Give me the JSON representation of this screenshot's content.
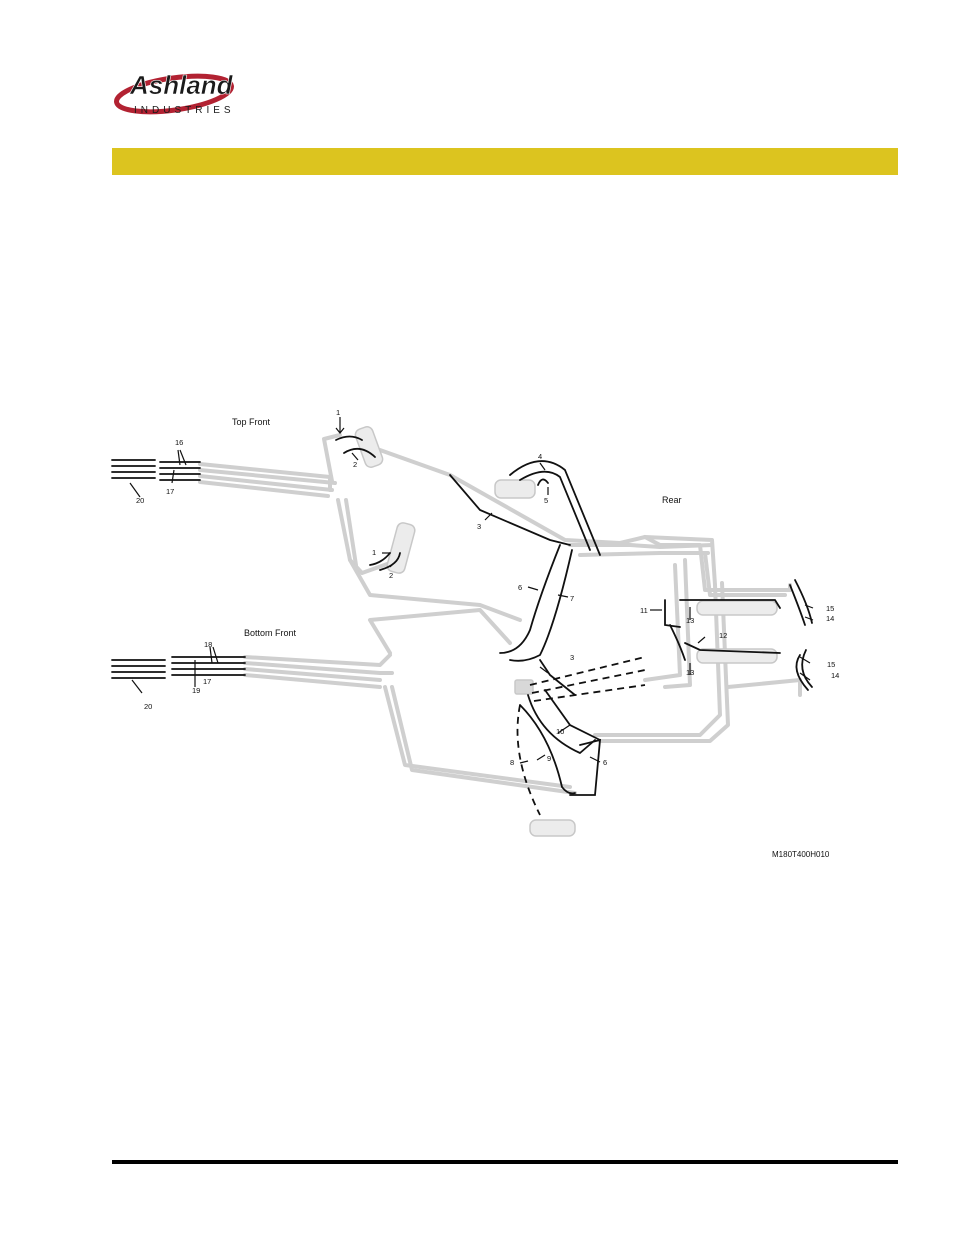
{
  "logo": {
    "brand": "Ashland",
    "sub": "INDUSTRIES",
    "colors": {
      "ellipse": "#b22232",
      "text": "#1a1a1a"
    }
  },
  "banner": {
    "color": "#dcc41f"
  },
  "diagram": {
    "section_labels": {
      "top_front": "Top Front",
      "bottom_front": "Bottom Front",
      "rear": "Rear"
    },
    "drawing_id": "M180T400H010",
    "callouts": {
      "c1a": "1",
      "c2a": "2",
      "c1b": "1",
      "c2b": "2",
      "c3a": "3",
      "c3b": "3",
      "c4": "4",
      "c5": "5",
      "c6a": "6",
      "c6b": "6",
      "c7": "7",
      "c8": "8",
      "c9": "9",
      "c10": "10",
      "c11": "11",
      "c12": "12",
      "c13a": "13",
      "c13b": "13",
      "c14a": "14",
      "c14b": "14",
      "c15a": "15",
      "c15b": "15",
      "c16": "16",
      "c17a": "17",
      "c17b": "17",
      "c18": "18",
      "c19": "19",
      "c20a": "20",
      "c20b": "20"
    }
  }
}
